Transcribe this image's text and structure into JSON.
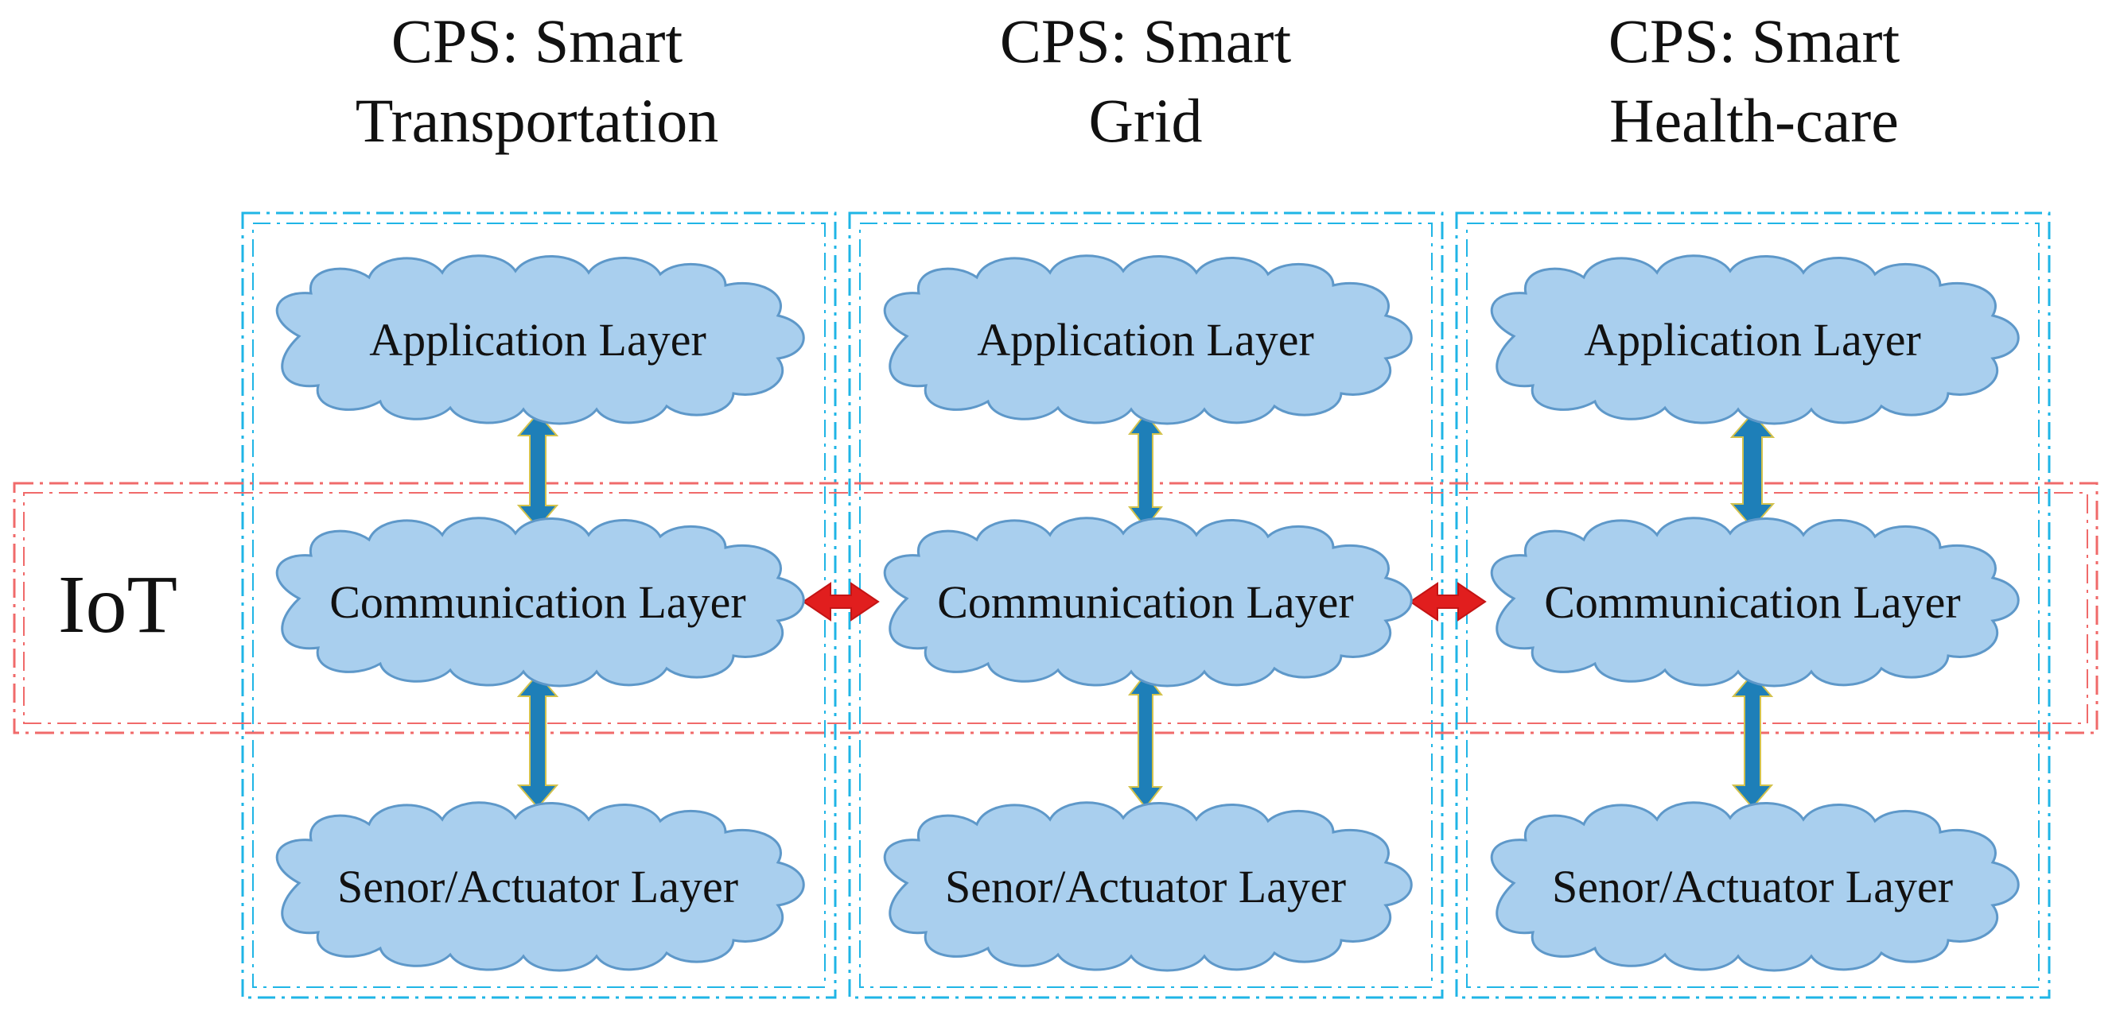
{
  "iot_label": "IoT",
  "colors": {
    "cps_border": "#1fb5e6",
    "iot_border": "#f06a6a",
    "cloud_fill": "#a9cfee",
    "cloud_stroke": "#5e98c9",
    "vertical_arrow": "#1e7fb8",
    "vertical_arrow_outline": "#d3c24d",
    "horizontal_arrow": "#e11e1e"
  },
  "columns": [
    {
      "title_line1": "CPS: Smart",
      "title_line2": "Transportation",
      "layers": {
        "application": "Application Layer",
        "communication": "Communication Layer",
        "sensor": "Senor/Actuator Layer"
      }
    },
    {
      "title_line1": "CPS: Smart",
      "title_line2": "Grid",
      "layers": {
        "application": "Application Layer",
        "communication": "Communication Layer",
        "sensor": "Senor/Actuator Layer"
      }
    },
    {
      "title_line1": "CPS: Smart",
      "title_line2": "Health-care",
      "layers": {
        "application": "Application Layer",
        "communication": "Communication Layer",
        "sensor": "Senor/Actuator Layer"
      }
    }
  ]
}
